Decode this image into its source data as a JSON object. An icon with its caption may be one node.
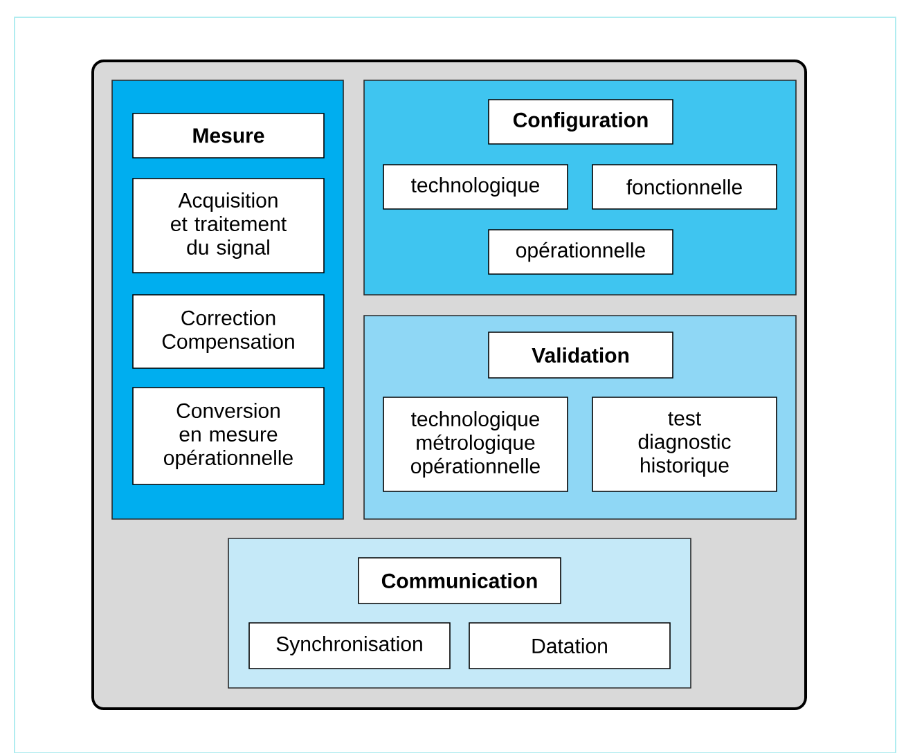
{
  "diagram": {
    "nodes": [
      {
        "text": [],
        "shape": "box"
      },
      {
        "text": [],
        "shape": "box",
        "in": 0
      },
      {
        "text": [
          "Mesure"
        ],
        "in": 1
      },
      {
        "text": [
          "Acquisition et traitement du signal"
        ],
        "in": 1
      },
      {
        "text": [
          "Correction Compensation"
        ],
        "in": 1
      },
      {
        "text": [
          "Conversion en mesure opérationnelle"
        ],
        "in": 1
      },
      {
        "text": [],
        "shape": "box",
        "in": 0
      },
      {
        "text": [
          "Configuration"
        ],
        "in": 6
      },
      {
        "text": [
          "technologique"
        ],
        "in": 6
      },
      {
        "text": [
          "fonctionnelle"
        ],
        "in": 6
      },
      {
        "text": [
          "opérationnelle"
        ],
        "in": 6
      },
      {
        "text": [],
        "shape": "box",
        "in": 0
      },
      {
        "text": [
          "Validation"
        ],
        "in": 11
      },
      {
        "text": [
          "technologique métrologique opérationnelle"
        ],
        "in": 11
      },
      {
        "text": [
          "test diagnostic historique"
        ],
        "in": 11
      },
      {
        "text": [],
        "shape": "box",
        "in": 0
      },
      {
        "text": [
          "Communication"
        ],
        "in": 15
      },
      {
        "text": [
          "Synchronisation"
        ],
        "in": 15
      },
      {
        "text": [
          "Datation"
        ],
        "in": 15
      }
    ]
  }
}
